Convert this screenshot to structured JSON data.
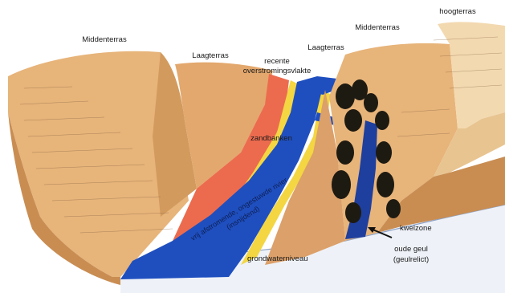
{
  "labels": {
    "middenterras_left": "Middenterras",
    "laagterras_left": "Laagterras",
    "recente_line1": "recente",
    "recente_line2": "overstromingsvlakte",
    "laagterras_right": "Laagterras",
    "middenterras_right": "Middenterras",
    "hoogterras": "hoogterras",
    "zandbanken": "zandbanken",
    "river_line1": "vrij afstromende, ongestuwde rivier",
    "river_line2": "(insnijdend)",
    "kwelzone": "kwelzone",
    "oude_geul_line1": "oude geul",
    "oude_geul_line2": "(geulrelict)",
    "grondwaterniveau": "grondwaterniveau"
  },
  "colors": {
    "terrace_tan": "#e8b97f",
    "terrace_shadow": "#c98f55",
    "terrace_light": "#f3d9b0",
    "flood_plain_red": "#ec6b4e",
    "sandbank_yellow": "#f3d642",
    "river_blue": "#1f4fbf",
    "groundwater": "#cfd8e8",
    "trees": "#1d1a12"
  }
}
